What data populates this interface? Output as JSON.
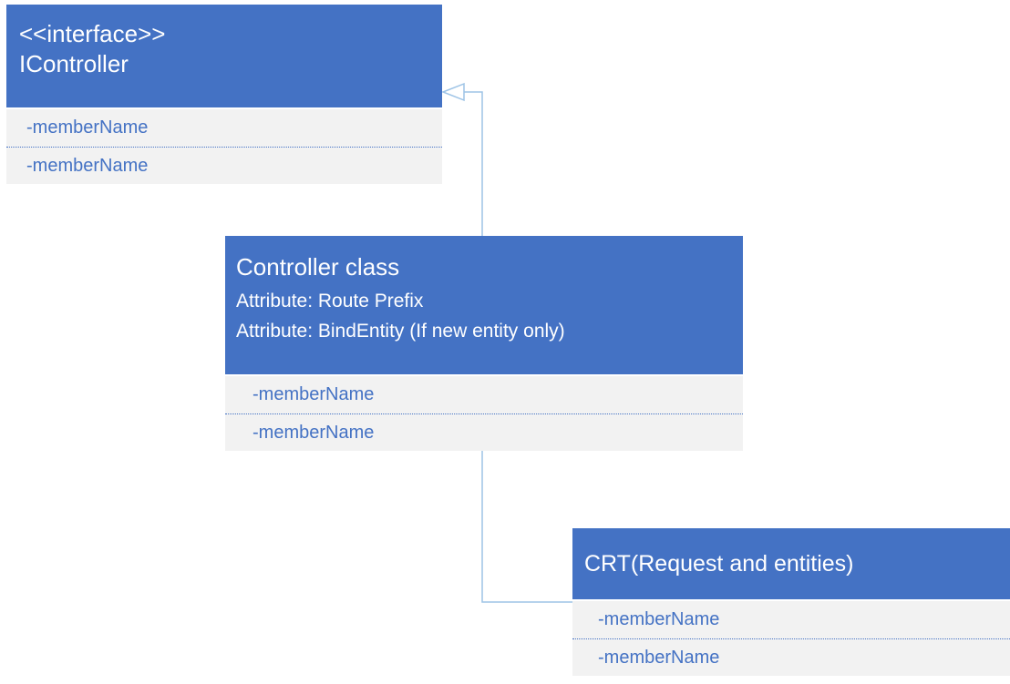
{
  "diagram": {
    "type": "uml-class-diagram",
    "classes": [
      {
        "id": "icontroller",
        "stereotype": "<<interface>>",
        "title": "IController",
        "attributes": [],
        "members": [
          "-memberName",
          "-memberName"
        ]
      },
      {
        "id": "controller",
        "stereotype": "",
        "title": "Controller class",
        "attributes": [
          "Attribute: Route Prefix",
          "Attribute: BindEntity (If new entity only)"
        ],
        "members": [
          "-memberName",
          "-memberName"
        ]
      },
      {
        "id": "crt",
        "stereotype": "",
        "title": "CRT(Request and entities)",
        "attributes": [],
        "members": [
          "-memberName",
          "-memberName"
        ]
      }
    ],
    "relationships": [
      {
        "from": "controller",
        "to": "icontroller",
        "kind": "realization (hollow triangle arrow)"
      },
      {
        "from": "controller",
        "to": "crt",
        "kind": "association (elbow line)"
      }
    ],
    "colors": {
      "header_bg": "#4472C4",
      "header_text": "#FFFFFF",
      "member_bg": "#F2F2F2",
      "member_text": "#4472C4",
      "connector": "#9DC3E6"
    }
  }
}
